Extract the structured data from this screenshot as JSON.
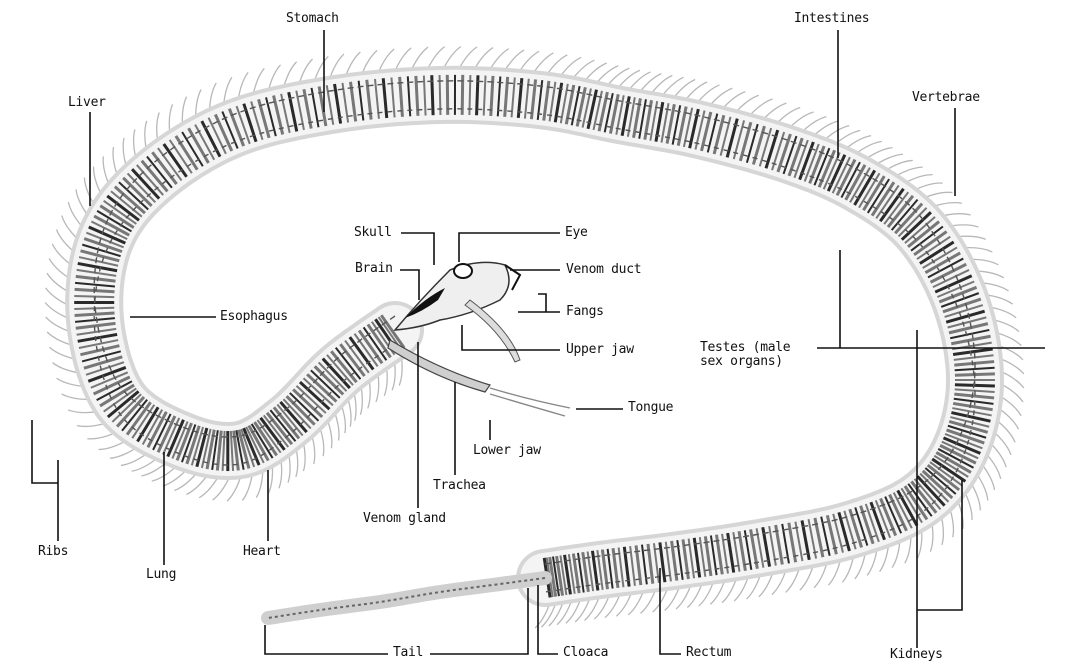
{
  "diagram": {
    "labels": {
      "stomach": "Stomach",
      "intestines": "Intestines",
      "liver": "Liver",
      "vertebrae": "Vertebrae",
      "skull": "Skull",
      "eye": "Eye",
      "brain": "Brain",
      "venom_duct": "Venom duct",
      "fangs": "Fangs",
      "esophagus": "Esophagus",
      "upper_jaw": "Upper jaw",
      "testes": "Testes (male\nsex organs)",
      "tongue": "Tongue",
      "lower_jaw": "Lower jaw",
      "trachea": "Trachea",
      "venom_gland": "Venom gland",
      "ribs": "Ribs",
      "lung": "Lung",
      "heart": "Heart",
      "tail": "Tail",
      "cloaca": "Cloaca",
      "rectum": "Rectum",
      "kidneys": "Kidneys"
    }
  }
}
